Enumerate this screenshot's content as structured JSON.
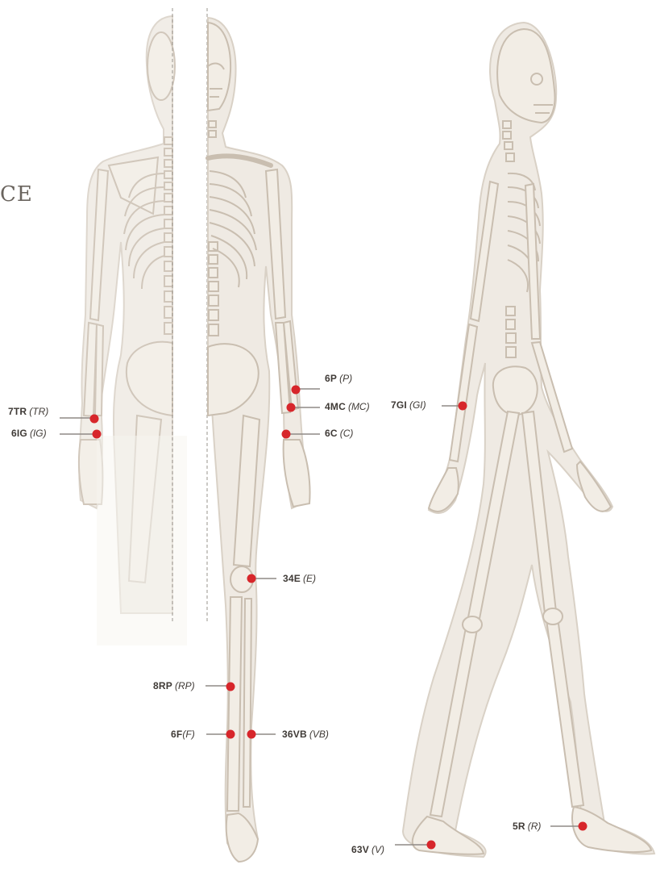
{
  "side_text": "CE",
  "colors": {
    "body_fill": "#efeae3",
    "body_outline": "#d9d1c6",
    "bone_fill": "#f2ede5",
    "bone_outline": "#c9beb0",
    "point": "#d7262b",
    "leader": "#8f8a86"
  },
  "points": [
    {
      "code": "6P",
      "meridian": "P"
    },
    {
      "code": "4MC",
      "meridian": "MC"
    },
    {
      "code": "6C",
      "meridian": "C"
    },
    {
      "code": "7TR",
      "meridian": "TR"
    },
    {
      "code": "6IG",
      "meridian": "IG"
    },
    {
      "code": "7GI",
      "meridian": "GI"
    },
    {
      "code": "34E",
      "meridian": "E"
    },
    {
      "code": "8RP",
      "meridian": "RP"
    },
    {
      "code": "6F",
      "meridian": "F"
    },
    {
      "code": "36VB",
      "meridian": "VB"
    },
    {
      "code": "5R",
      "meridian": "R"
    },
    {
      "code": "63V",
      "meridian": "V"
    }
  ]
}
